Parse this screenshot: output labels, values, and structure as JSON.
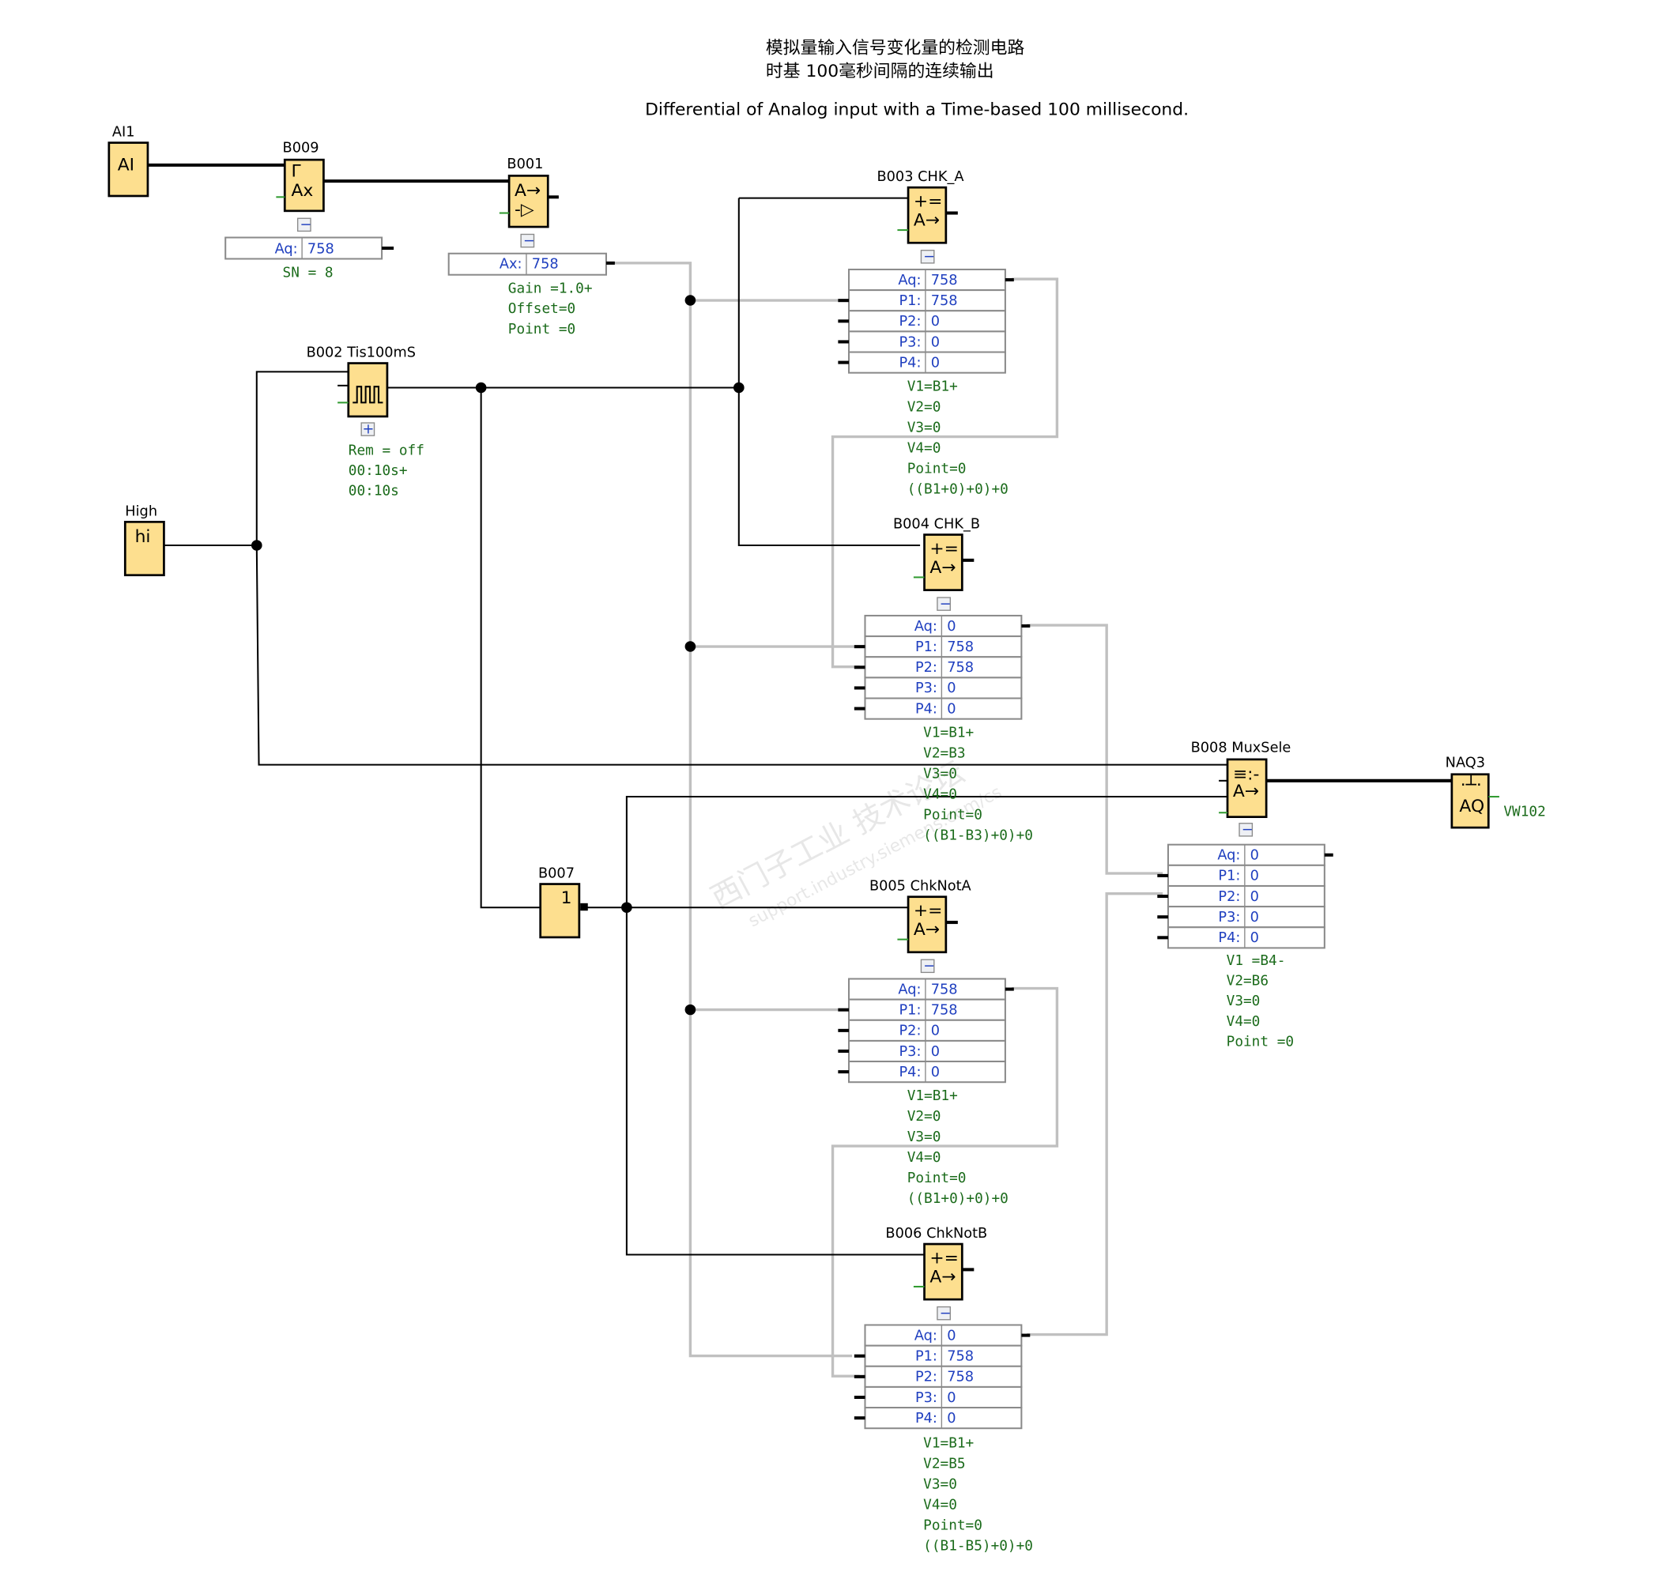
{
  "title": {
    "line1": "模拟量输入信号变化量的检测电路",
    "line2": "时基 100毫秒间隔的连续输出",
    "english": "Differential of Analog input with a Time-based 100 millisecond."
  },
  "watermark": {
    "cn": "西门子工业 技术论坛",
    "url": "support.industry.siemens.com/cs"
  },
  "blocks": {
    "ai1": {
      "name": "AI1",
      "symbol": "AI"
    },
    "b009": {
      "name": "B009",
      "symbol_top": "Γ",
      "symbol": "Ax",
      "toggle": "−",
      "row_label": "Aq:",
      "row_value": "758",
      "params": [
        "SN = 8"
      ]
    },
    "b001": {
      "name": "B001",
      "symbol_top": "A→",
      "symbol": "-▷",
      "toggle": "−",
      "row_label": "Ax:",
      "row_value": "758",
      "params": [
        "Gain  =1.0+",
        "Offset=0",
        "Point =0"
      ]
    },
    "b002": {
      "name": "B002 Tis100mS",
      "symbol": "⎍⎍⎍",
      "toggle": "+",
      "params": [
        "Rem = off",
        "00:10s+",
        "00:10s"
      ]
    },
    "high": {
      "name": "High",
      "symbol": "hi"
    },
    "b003": {
      "name": "B003 CHK_A",
      "symbol_top": "+=",
      "symbol": "A→",
      "toggle": "−",
      "rows": [
        {
          "label": "Aq:",
          "value": "758"
        },
        {
          "label": "P1:",
          "value": "758"
        },
        {
          "label": "P2:",
          "value": "0"
        },
        {
          "label": "P3:",
          "value": "0"
        },
        {
          "label": "P4:",
          "value": "0"
        }
      ],
      "params": [
        "V1=B1+",
        "V2=0",
        "V3=0",
        "V4=0",
        "Point=0",
        "((B1+0)+0)+0"
      ]
    },
    "b004": {
      "name": "B004 CHK_B",
      "symbol_top": "+=",
      "symbol": "A→",
      "toggle": "−",
      "rows": [
        {
          "label": "Aq:",
          "value": "0"
        },
        {
          "label": "P1:",
          "value": "758"
        },
        {
          "label": "P2:",
          "value": "758"
        },
        {
          "label": "P3:",
          "value": "0"
        },
        {
          "label": "P4:",
          "value": "0"
        }
      ],
      "params": [
        "V1=B1+",
        "V2=B3",
        "V3=0",
        "V4=0",
        "Point=0",
        "((B1-B3)+0)+0"
      ]
    },
    "b007": {
      "name": "B007",
      "symbol": "1"
    },
    "b005": {
      "name": "B005 ChkNotA",
      "symbol_top": "+=",
      "symbol": "A→",
      "toggle": "−",
      "rows": [
        {
          "label": "Aq:",
          "value": "758"
        },
        {
          "label": "P1:",
          "value": "758"
        },
        {
          "label": "P2:",
          "value": "0"
        },
        {
          "label": "P3:",
          "value": "0"
        },
        {
          "label": "P4:",
          "value": "0"
        }
      ],
      "params": [
        "V1=B1+",
        "V2=0",
        "V3=0",
        "V4=0",
        "Point=0",
        "((B1+0)+0)+0"
      ]
    },
    "b006": {
      "name": "B006 ChkNotB",
      "symbol_top": "+=",
      "symbol": "A→",
      "toggle": "−",
      "rows": [
        {
          "label": "Aq:",
          "value": "0"
        },
        {
          "label": "P1:",
          "value": "758"
        },
        {
          "label": "P2:",
          "value": "758"
        },
        {
          "label": "P3:",
          "value": "0"
        },
        {
          "label": "P4:",
          "value": "0"
        }
      ],
      "params": [
        "V1=B1+",
        "V2=B5",
        "V3=0",
        "V4=0",
        "Point=0",
        "((B1-B5)+0)+0"
      ]
    },
    "b008": {
      "name": "B008 MuxSele",
      "symbol_top": "≡:-",
      "symbol": "A→",
      "toggle": "−",
      "rows": [
        {
          "label": "Aq:",
          "value": "0"
        },
        {
          "label": "P1:",
          "value": "0"
        },
        {
          "label": "P2:",
          "value": "0"
        },
        {
          "label": "P3:",
          "value": "0"
        },
        {
          "label": "P4:",
          "value": "0"
        }
      ],
      "params": [
        "V1  =B4-",
        "V2=B6",
        "V3=0",
        "V4=0",
        "Point =0"
      ]
    },
    "naq3": {
      "name": "NAQ3",
      "symbol_top": "·┴·",
      "symbol": "AQ",
      "address": "VW102"
    }
  }
}
